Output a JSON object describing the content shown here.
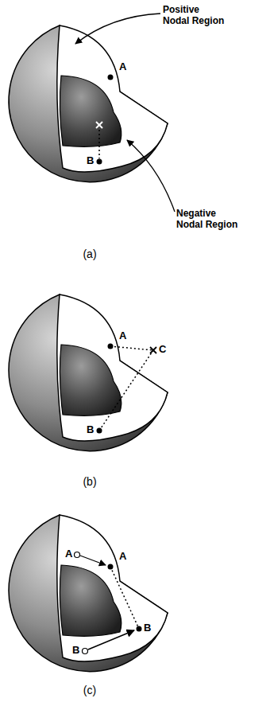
{
  "diagram": {
    "labels": [
      "Positive Nodal Region",
      "A",
      "B",
      "Negative Nodal Region",
      "(a)",
      "A",
      "C",
      "B",
      "(b)",
      "A",
      "A",
      "B",
      "B",
      "(c)"
    ]
  }
}
